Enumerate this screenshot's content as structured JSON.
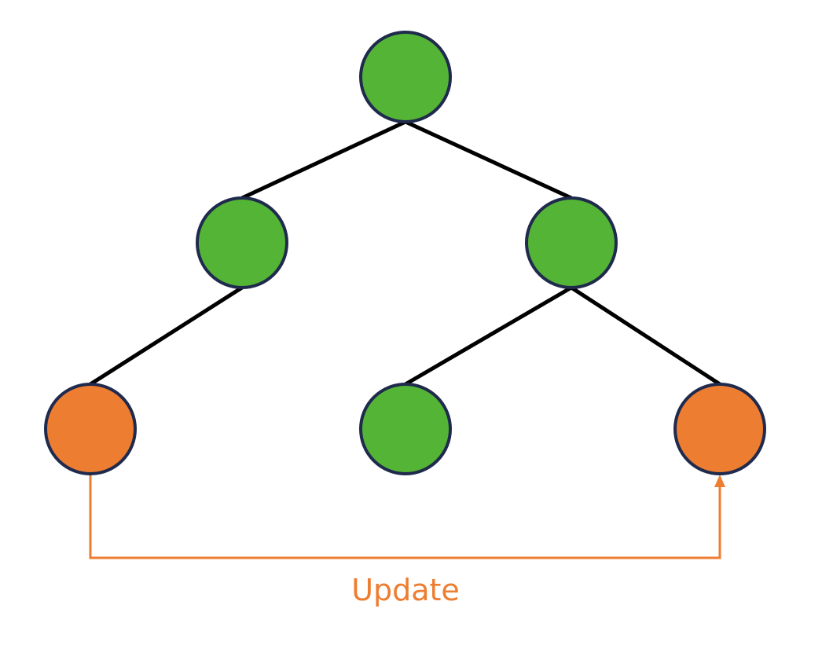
{
  "diagram": {
    "type": "tree",
    "update_label": "Update",
    "colors": {
      "normal_node": "#54b435",
      "highlight_node": "#ed7d31",
      "node_border": "#1f2a4d",
      "edge": "#000000",
      "update_arrow": "#ed7d31"
    },
    "nodes": [
      {
        "id": "root",
        "state": "normal"
      },
      {
        "id": "left-child",
        "state": "normal"
      },
      {
        "id": "right-child",
        "state": "normal"
      },
      {
        "id": "left-left-leaf",
        "state": "highlighted"
      },
      {
        "id": "right-left-leaf",
        "state": "normal"
      },
      {
        "id": "right-right-leaf",
        "state": "highlighted"
      }
    ],
    "edges": [
      {
        "from": "root",
        "to": "left-child"
      },
      {
        "from": "root",
        "to": "right-child"
      },
      {
        "from": "left-child",
        "to": "left-left-leaf"
      },
      {
        "from": "right-child",
        "to": "right-left-leaf"
      },
      {
        "from": "right-child",
        "to": "right-right-leaf"
      }
    ],
    "update_arrow": {
      "from": "left-left-leaf",
      "to": "right-right-leaf"
    }
  }
}
